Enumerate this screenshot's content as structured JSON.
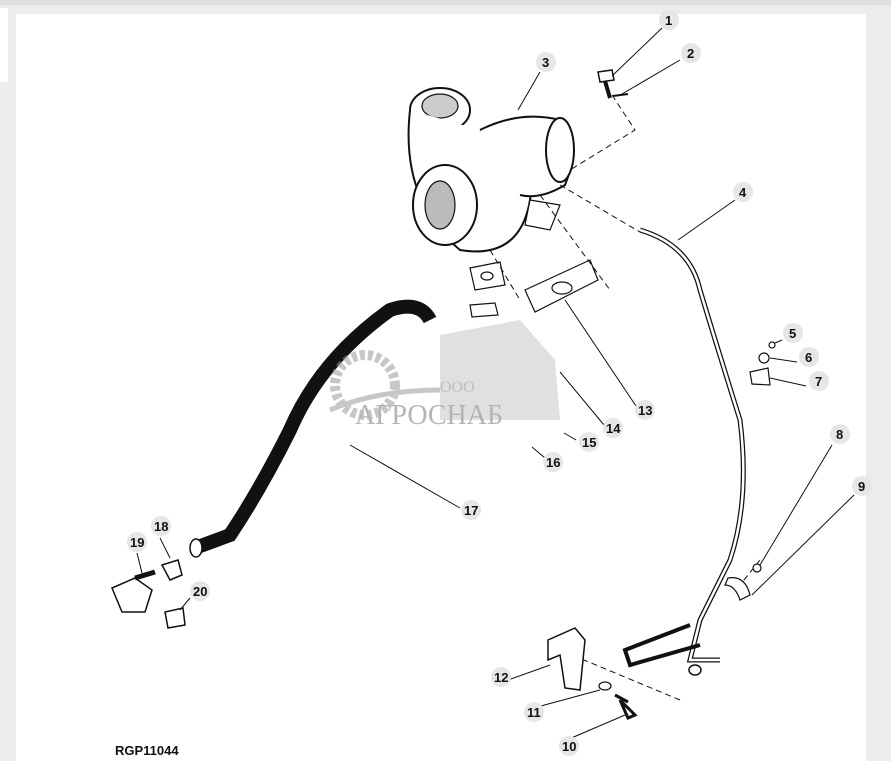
{
  "diagram": {
    "reference_code": "RGP11044",
    "callouts": [
      "1",
      "2",
      "3",
      "4",
      "5",
      "6",
      "7",
      "8",
      "9",
      "10",
      "11",
      "12",
      "13",
      "14",
      "15",
      "16",
      "17",
      "18",
      "19",
      "20"
    ]
  },
  "watermark": {
    "prefix": "ООО",
    "brand": "АГРОСНАБ"
  },
  "colors": {
    "line": "#111111",
    "bubble": "#e6e6e6",
    "background": "#ffffff",
    "watermark": "#b5b5b5"
  }
}
